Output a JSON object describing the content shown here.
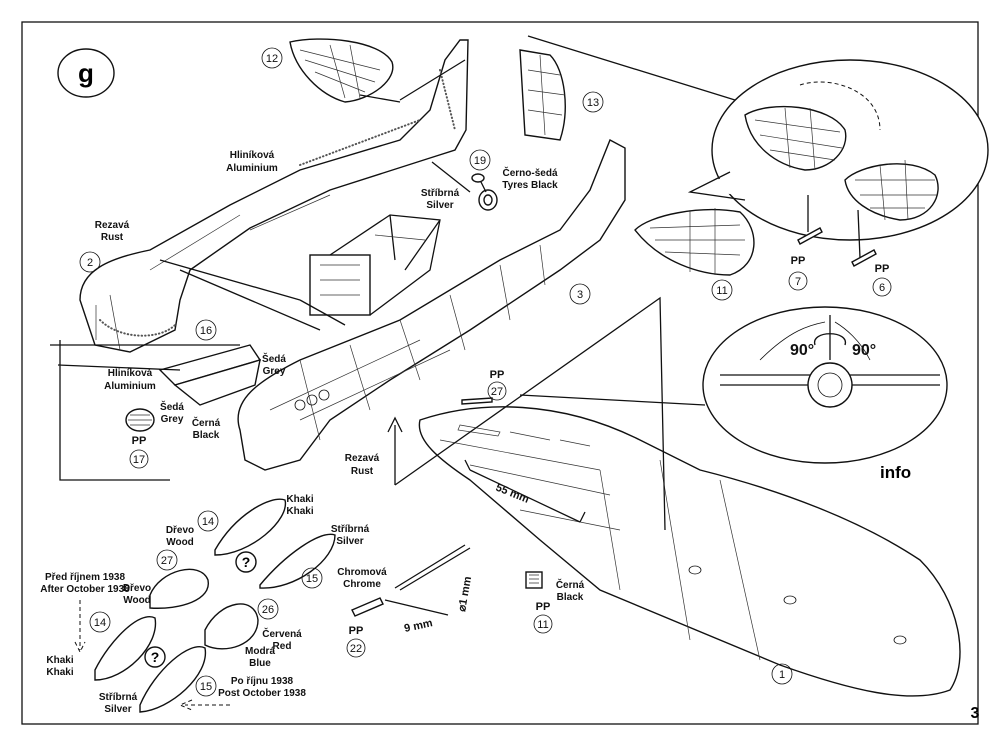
{
  "step": "g",
  "page_number": "3",
  "info_label": "info",
  "angles": {
    "left": "90°",
    "right": "90°"
  },
  "dimensions": {
    "span_mark": "55 mm",
    "rod_length": "9 mm",
    "rod_diameter": "⌀1 mm"
  },
  "part_numbers": {
    "p1": "1",
    "p2": "2",
    "p3": "3",
    "p11": "11",
    "p12": "12",
    "p13": "13",
    "p14a": "14",
    "p14b": "14",
    "p15a": "15",
    "p15b": "15",
    "p16": "16",
    "p19": "19",
    "p26": "26",
    "p27": "27"
  },
  "pp_parts": {
    "pp7": {
      "label": "PP",
      "num": "7"
    },
    "pp6": {
      "label": "PP",
      "num": "6"
    },
    "pp17": {
      "label": "PP",
      "num": "17"
    },
    "pp27": {
      "label": "PP",
      "num": "27"
    },
    "pp22": {
      "label": "PP",
      "num": "22"
    },
    "pp11": {
      "label": "PP",
      "num": "11"
    }
  },
  "colors": {
    "rust_top": [
      "Rezavá",
      "Rust"
    ],
    "aluminium_top": [
      "Hliníková",
      "Aluminium"
    ],
    "tyres": [
      "Černo-šedá",
      "Tyres Black"
    ],
    "silver_wheel": [
      "Stříbrná",
      "Silver"
    ],
    "grey_1": [
      "Šedá",
      "Grey"
    ],
    "grey_2": [
      "Šedá",
      "Grey"
    ],
    "black_1": [
      "Černá",
      "Black"
    ],
    "aluminium_bot": [
      "Hliníková",
      "Aluminium"
    ],
    "rust_bot": [
      "Rezavá",
      "Rust"
    ],
    "khaki_1": [
      "Khaki",
      "Khaki"
    ],
    "wood_1": [
      "Dřevo",
      "Wood"
    ],
    "silver_1": [
      "Stříbrná",
      "Silver"
    ],
    "chrome": [
      "Chromová",
      "Chrome"
    ],
    "black_2": [
      "Černá",
      "Black"
    ],
    "wood_2": [
      "Dřevo",
      "Wood"
    ],
    "red": [
      "Červená",
      "Red"
    ],
    "blue": [
      "Modrá",
      "Blue"
    ],
    "khaki_2": [
      "Khaki",
      "Khaki"
    ],
    "silver_2": [
      "Stříbrná",
      "Silver"
    ]
  },
  "notes": {
    "before": "Před říjnem 1938",
    "after": "After October 1938",
    "po": "Po říjnu 1938",
    "post": "Post October 1938",
    "question_1": "?",
    "question_2": "?"
  }
}
